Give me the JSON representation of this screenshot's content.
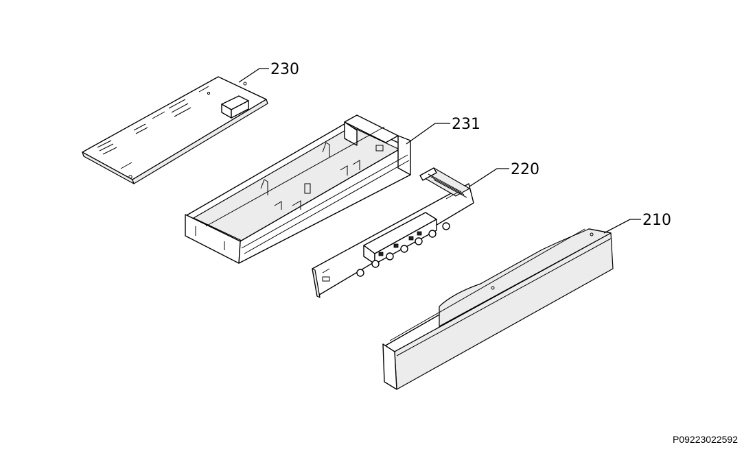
{
  "diagram": {
    "parts": [
      {
        "id": "part-230",
        "label": "230"
      },
      {
        "id": "part-231",
        "label": "231"
      },
      {
        "id": "part-220",
        "label": "220"
      },
      {
        "id": "part-210",
        "label": "210"
      }
    ],
    "reference_code": "P09223022592"
  }
}
